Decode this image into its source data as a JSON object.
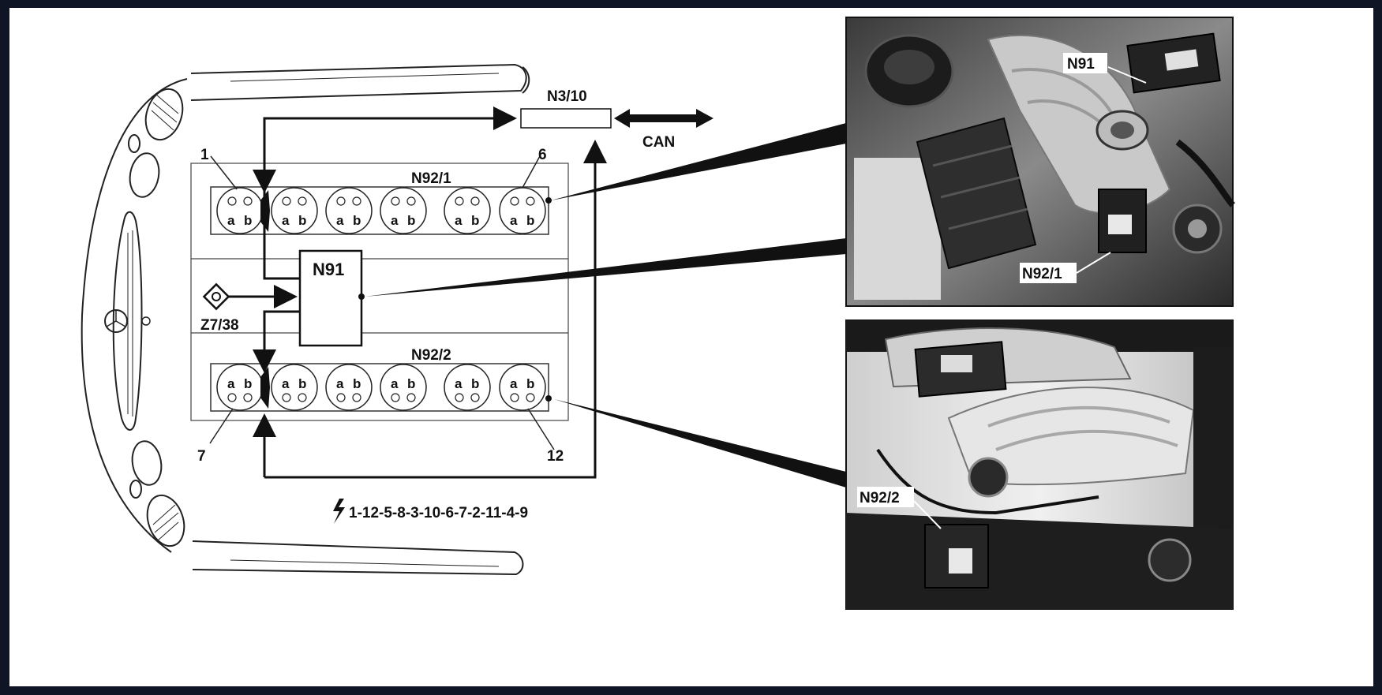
{
  "labels": {
    "n3_10": "N3/10",
    "can": "CAN",
    "n92_1": "N92/1",
    "n92_2": "N92/2",
    "n91": "N91",
    "z7_38": "Z7/38",
    "cyl_1": "1",
    "cyl_6": "6",
    "cyl_7": "7",
    "cyl_12": "12",
    "pin_a": "a",
    "pin_b": "b",
    "firing_order": "1-12-5-8-3-10-6-7-2-11-4-9"
  },
  "photos": {
    "top": {
      "n91": "N91",
      "n92_1": "N92/1"
    },
    "bottom": {
      "n92_2": "N92/2"
    }
  },
  "colors": {
    "background": "#0f1524",
    "line": "#111111",
    "paper": "#ffffff"
  }
}
